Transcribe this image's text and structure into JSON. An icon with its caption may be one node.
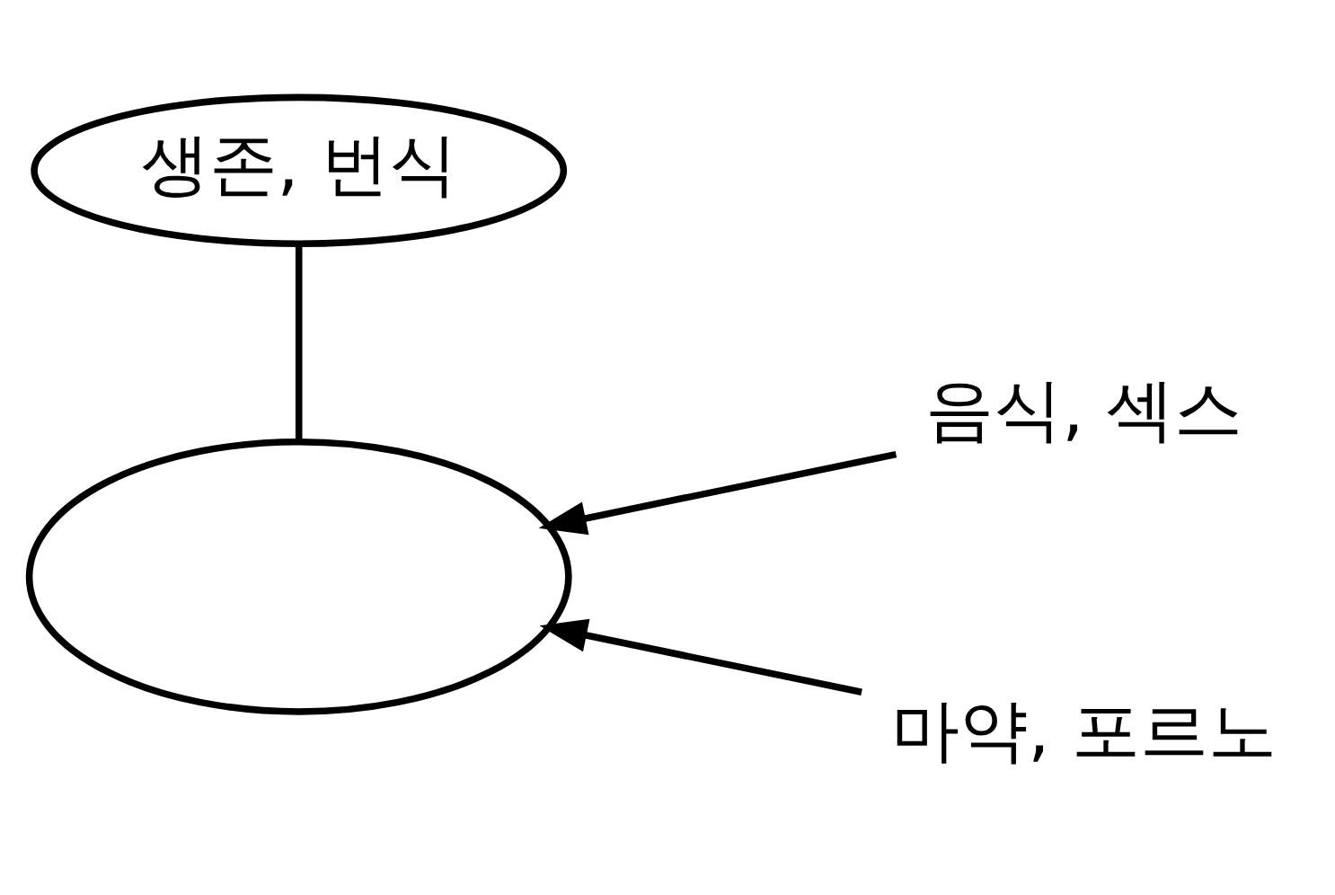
{
  "diagram": {
    "nodes": [
      {
        "text": [
          "생존, 번식"
        ]
      },
      {
        "text": [],
        "shape": "ellipse"
      },
      {
        "text": [
          "음식, 섹스"
        ]
      },
      {
        "text": [
          "마약, 포르노"
        ]
      }
    ],
    "edges": [
      {
        "from": 0,
        "to": 1,
        "arrow": "none"
      },
      {
        "from": 2,
        "to": 1,
        "arrow": "to"
      },
      {
        "from": 3,
        "to": 1,
        "arrow": "to"
      }
    ]
  }
}
